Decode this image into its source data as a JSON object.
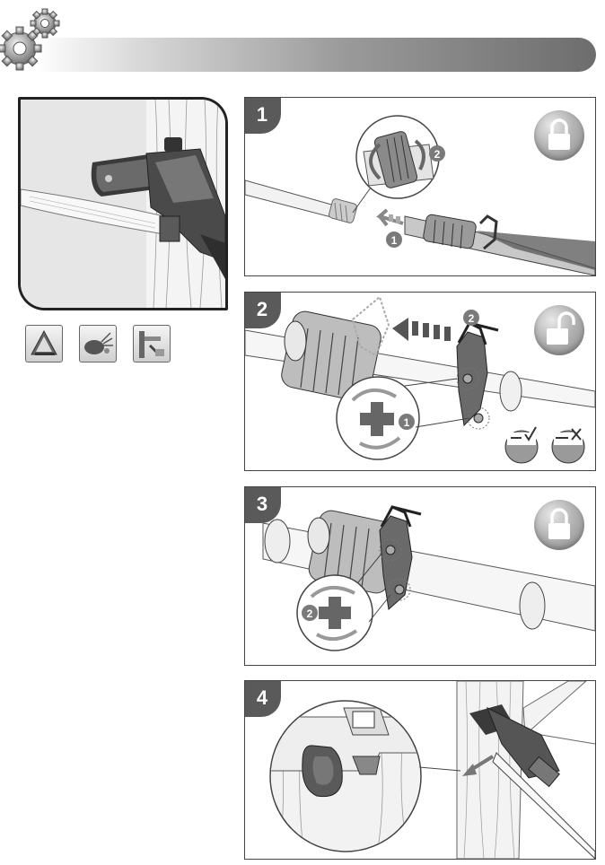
{
  "header": {
    "title": ""
  },
  "steps": [
    {
      "number": "1",
      "lock": "locked",
      "callouts": [
        "1",
        "2"
      ]
    },
    {
      "number": "2",
      "lock": "unlocked",
      "callouts": [
        "1",
        "2"
      ]
    },
    {
      "number": "3",
      "lock": "locked",
      "callouts": [
        "2"
      ]
    },
    {
      "number": "4",
      "lock": "",
      "callouts": []
    }
  ],
  "warning_icons": [
    "kickback-warning-icon",
    "debris-warning-icon",
    "branch-fall-warning-icon"
  ],
  "colors": {
    "header_dark": "#6d6d6d",
    "badge": "#5a5a5a",
    "lock": "#a8a8a8",
    "line": "#444444"
  }
}
